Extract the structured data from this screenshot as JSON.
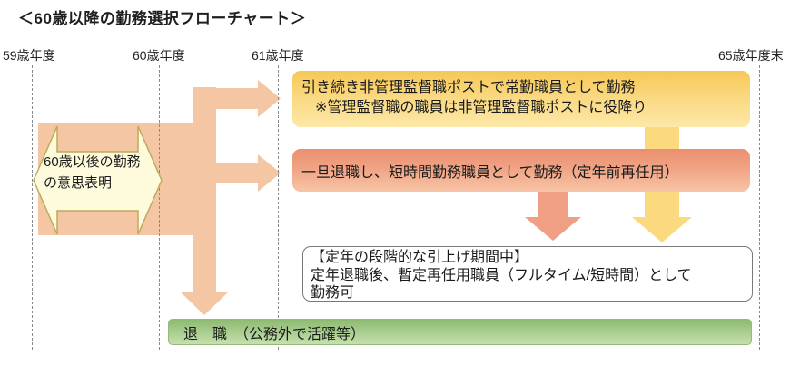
{
  "title": "＜60歳以降の勤務選択フローチャート＞",
  "timeline": {
    "labels": [
      {
        "text": "59歳年度"
      },
      {
        "text": "60歳年度"
      },
      {
        "text": "61歳年度"
      },
      {
        "text": "65歳年度末"
      }
    ]
  },
  "nodes": {
    "intent": {
      "line1": "60歳以後の勤務",
      "line2": "の意思表明"
    },
    "continue_fulltime": {
      "line1": "引き続き非管理監督職ポストで常勤職員として勤務",
      "line2": "※管理監督職の職員は非管理監督職ポストに役降り"
    },
    "parttime_rehire": {
      "text": "一旦退職し、短時間勤務職員として勤務（定年前再任用）"
    },
    "provisional_rehire": {
      "line1": "【定年の段階的な引上げ期間中】",
      "line2": "定年退職後、暫定再任用職員（フルタイム/短時間）として",
      "line3": "勤務可"
    },
    "retire": {
      "text": "退　職　（公務外で活躍等）"
    }
  },
  "colors": {
    "salmon_arrow": "#F4C6A4",
    "yellow_box_top": "#F6C755",
    "yellow_box_bottom": "#FCE8A8",
    "orange_box_top": "#EA8F6E",
    "orange_box_bottom": "#F7C5A6",
    "yellow_connector_arrow": "#FBD97E",
    "orange_connector_arrow": "#EFA084",
    "green_box": "#A9CD8F",
    "hexagon_fill": "#FEFBDC",
    "hexagon_border": "#BCAB5B",
    "gridline": "#8A8A8A"
  }
}
